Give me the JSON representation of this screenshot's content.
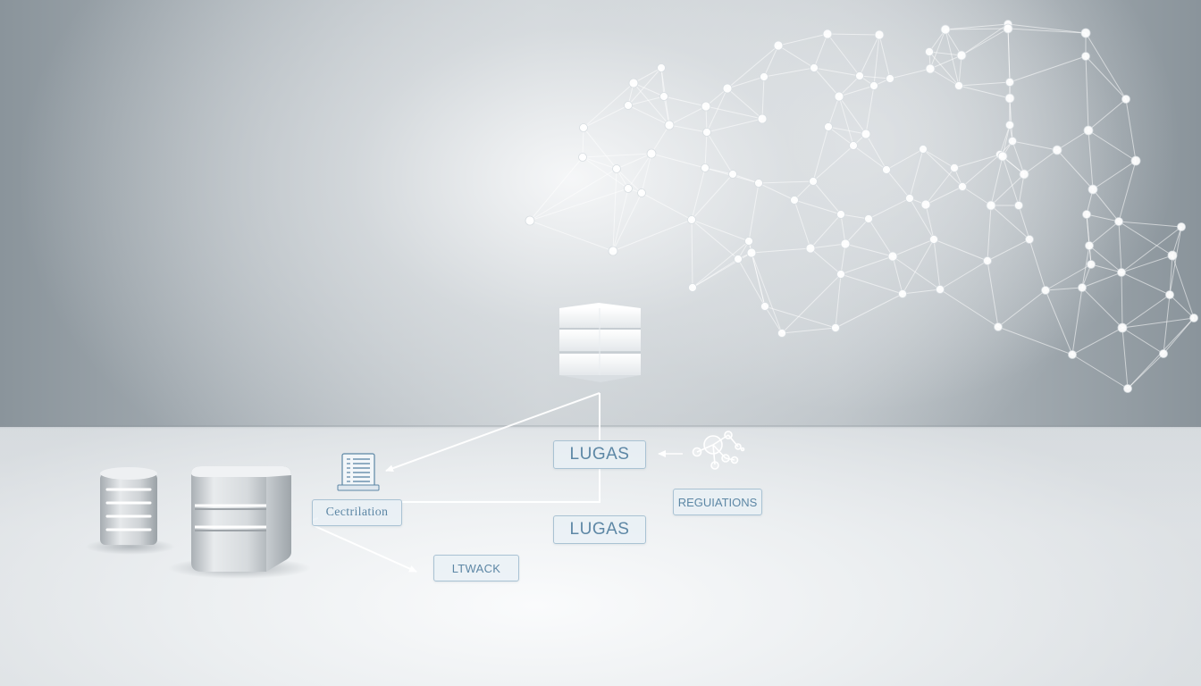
{
  "labels": {
    "lugas_top": "LUGAS",
    "lugas_bottom": "LUGAS",
    "certification": "Cectrilation",
    "ltwack": "LTWACK",
    "regulations": "REGUIATIONS"
  },
  "icons": {
    "server_stack": "server-stack-icon",
    "document": "document-icon",
    "molecule": "molecule-icon",
    "small_database": "database-small-icon",
    "large_database": "database-large-icon",
    "network": "network-graph-icon"
  },
  "colors": {
    "label_text": "#5d87a5",
    "label_border": "#a9c2d3",
    "network_node": "#ffffff",
    "connector": "#ffffff"
  }
}
